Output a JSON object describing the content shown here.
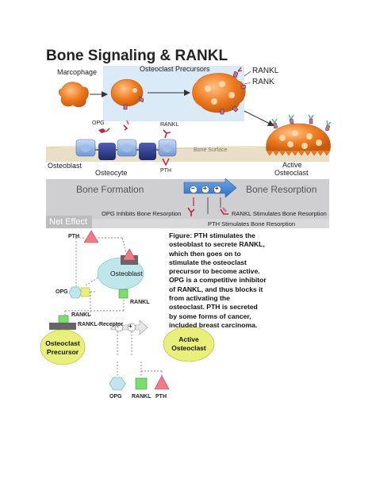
{
  "title": "Bone Signaling & RANKL",
  "top_diagram": {
    "macrophage_label": "Marcophage",
    "precursors_label": "Osteoclast Precursors",
    "rankl_label": "RANKL",
    "rank_label": "RANK",
    "opg_label": "OPG",
    "rankl_small_label": "RANKL",
    "pth_label": "PTH",
    "bone_surface_label": "Bone Surface",
    "osteoblast_label": "Osteoblast",
    "osteocyte_label": "Osteocyte",
    "active_osteoclast_line1": "Active",
    "active_osteoclast_line2": "Osteoclast",
    "bone_formation_label": "Bone Formation",
    "bone_resorption_label": "Bone Resorption",
    "arrow_signs": [
      "−",
      "+",
      "+"
    ],
    "net_effect_label": "Net Effect",
    "legend_opg": "OPG Inhibits Bone Resorption",
    "legend_rankl": "RANKL Stimulates Bone Resorption",
    "legend_pth": "PTH Stimulates Bone Resorption"
  },
  "bottom_diagram": {
    "pth_label": "PTH",
    "osteoblast_label": "Osteoblast",
    "opg_label": "OPG",
    "rankl_label": "RANKL",
    "rankl2_label": "RANKL",
    "rankl_receptor_label": "RANKL-Receptor",
    "precursor_line1": "Osteoclast",
    "precursor_line2": "Precursor",
    "active_line1": "Active",
    "active_line2": "Osteoclast",
    "signs": [
      "-",
      "+"
    ],
    "legend_opg": "OPG",
    "legend_rankl": "RANKL",
    "legend_pth": "PTH"
  },
  "figure_caption": [
    "Figure: PTH stimulates the",
    "osteoblast to secrete RANKL,",
    "which then goes on to",
    "stimulate the osteoclast",
    "precursor to become active.",
    "OPG is a competitive inhibitor",
    "of RANKL, and thus blocks it",
    "from activating the",
    "osteoclast. PTH is secreted",
    "by some forms of cancer,",
    "included breast carcinoma."
  ],
  "colors": {
    "orange_cell": "#f07a1e",
    "blue_cell": "#7fa8e0",
    "dark_blue_cell": "#2c3f8f",
    "bone_band": "#e8dfc6",
    "gray_band": "#cfcfd2",
    "net_effect_band": "#bdbdc0",
    "rankl_red": "#c0263b",
    "pink_receptor": "#d46a9c",
    "teal_green": "#4fb38a",
    "yellow_green": "#e9f07a",
    "green_square": "#7ddc6e",
    "pth_pink": "#f07a86"
  }
}
